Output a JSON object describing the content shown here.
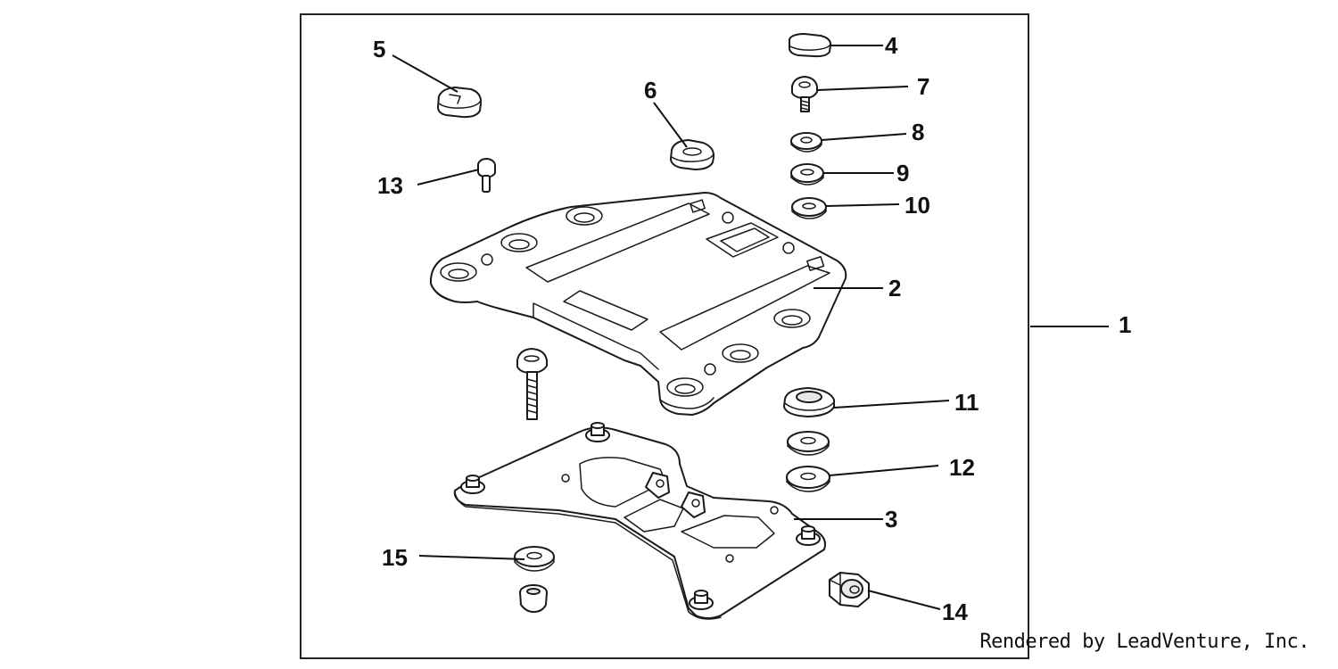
{
  "callouts": {
    "c1": "1",
    "c2": "2",
    "c3": "3",
    "c4": "4",
    "c5": "5",
    "c6": "6",
    "c7": "7",
    "c8": "8",
    "c9": "9",
    "c10": "10",
    "c11": "11",
    "c12": "12",
    "c13": "13",
    "c14": "14",
    "c15": "15"
  },
  "credit": "Rendered by LeadVenture, Inc."
}
